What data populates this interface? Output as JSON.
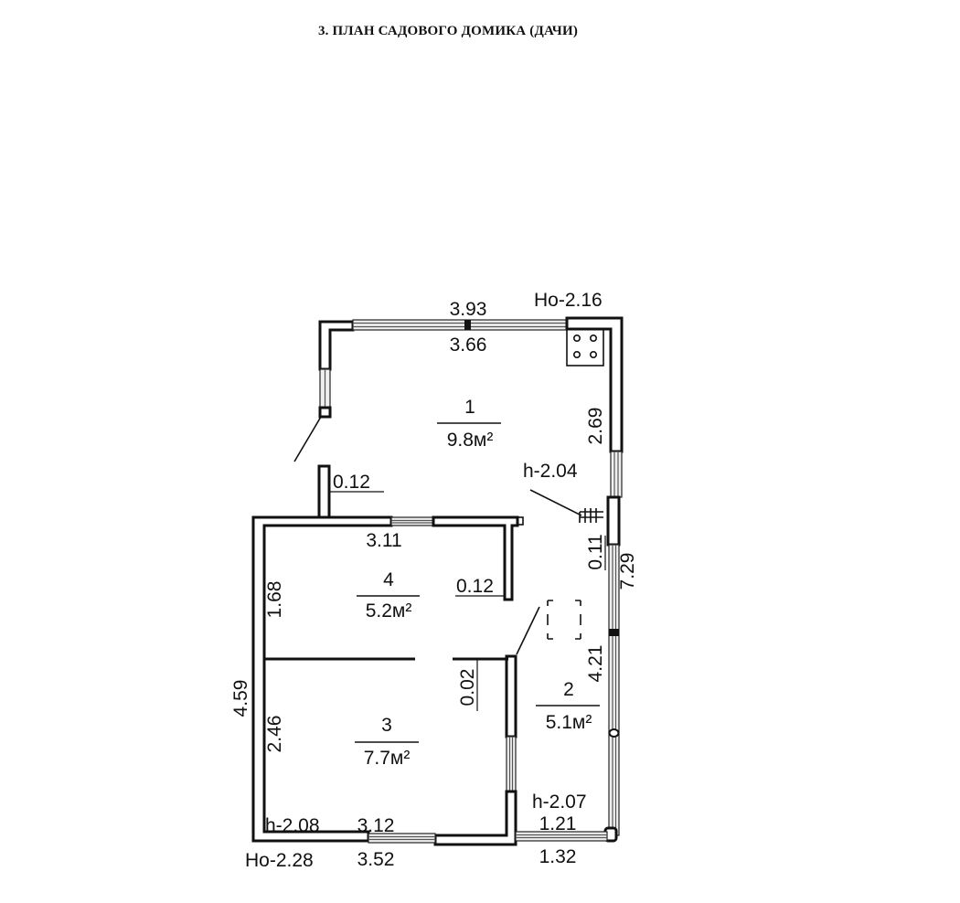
{
  "title": "3. ПЛАН САДОВОГО ДОМИКА (ДАЧИ)",
  "rooms": [
    {
      "number": "1",
      "area": "9.8м²"
    },
    {
      "number": "2",
      "area": "5.1м²"
    },
    {
      "number": "3",
      "area": "7.7м²"
    },
    {
      "number": "4",
      "area": "5.2м²"
    }
  ],
  "dimensions": {
    "top_outer": "3.93",
    "top_inner": "3.66",
    "right_upper": "2.69",
    "right_total": "7.29",
    "right_lower": "4.21",
    "right_wall_thickness": "0.11",
    "partition_top": "0.12",
    "partition_room4": "0.12",
    "partition_room3": "0.02",
    "room4_top": "3.11",
    "room4_left": "1.68",
    "room3_left": "2.46",
    "left_total": "4.59",
    "bottom_inner_left": "3.12",
    "bottom_outer_left": "3.52",
    "bottom_inner_right": "1.21",
    "bottom_outer_right": "1.32"
  },
  "heights": {
    "outer_top_right": "Ho-2.16",
    "room1": "h-2.04",
    "room2": "h-2.07",
    "room3": "h-2.08",
    "outer_bottom_left": "Ho-2.28"
  },
  "fixtures": [
    {
      "name": "stove",
      "burners": 4
    },
    {
      "name": "stair-hatch",
      "style": "dashed"
    }
  ],
  "colors": {
    "ink": "#111111",
    "window_fill": "#f0f0f0",
    "paper": "#ffffff"
  }
}
